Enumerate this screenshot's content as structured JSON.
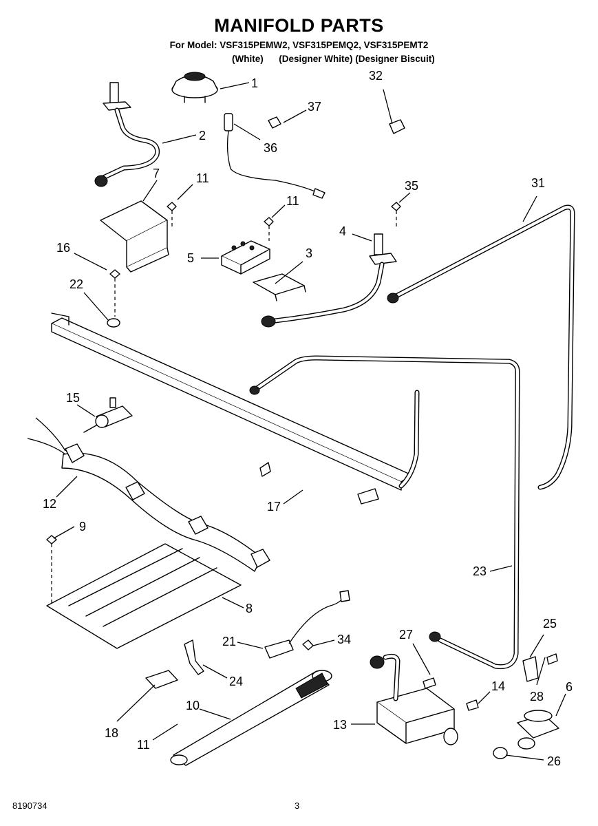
{
  "header": {
    "title": "MANIFOLD PARTS",
    "models_line": "For Model: VSF315PEMW2, VSF315PEMQ2, VSF315PEMT2",
    "colors_line": "(White)      (Designer White) (Designer Biscuit)"
  },
  "callouts": {
    "c1": "1",
    "c2": "2",
    "c3": "3",
    "c4": "4",
    "c5": "5",
    "c6": "6",
    "c7": "7",
    "c8": "8",
    "c9": "9",
    "c10": "10",
    "c11a": "11",
    "c11b": "11",
    "c11c": "11",
    "c12": "12",
    "c13": "13",
    "c14": "14",
    "c15": "15",
    "c16": "16",
    "c17": "17",
    "c18": "18",
    "c21": "21",
    "c22": "22",
    "c23": "23",
    "c24": "24",
    "c25": "25",
    "c26": "26",
    "c27": "27",
    "c28": "28",
    "c31": "31",
    "c32": "32",
    "c34": "34",
    "c35": "35",
    "c36": "36",
    "c37": "37"
  },
  "footer": {
    "doc_number": "8190734",
    "page_number": "3"
  }
}
